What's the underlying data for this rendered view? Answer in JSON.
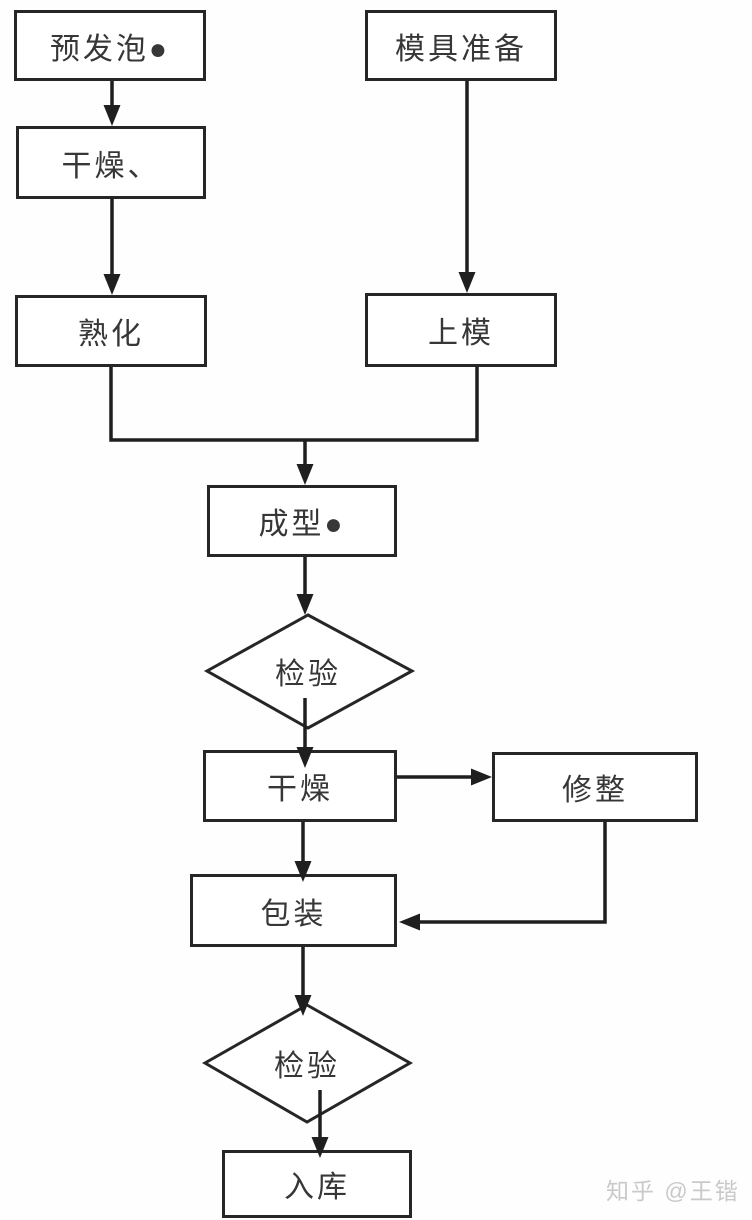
{
  "diagram": {
    "title_implied": "EPS foam molding process flowchart",
    "colors": {
      "line": "#1f1f1f",
      "box_border": "#262626",
      "box_background": "#ffffff",
      "text": "#373737",
      "watermark": "#c9c9c9",
      "page_background": "#fefefe"
    },
    "nodes": {
      "pre_foaming": {
        "label": "预发泡●",
        "shape": "rect"
      },
      "mold_prep": {
        "label": "模具准备",
        "shape": "rect"
      },
      "drying1": {
        "label": "干燥、",
        "shape": "rect"
      },
      "curing": {
        "label": "熟化",
        "shape": "rect"
      },
      "mold_loading": {
        "label": "上模",
        "shape": "rect"
      },
      "molding": {
        "label": "成型●",
        "shape": "rect"
      },
      "inspection1": {
        "label": "检验",
        "shape": "diamond"
      },
      "drying2": {
        "label": "干燥",
        "shape": "rect"
      },
      "trimming": {
        "label": "修整",
        "shape": "rect"
      },
      "packaging": {
        "label": "包装",
        "shape": "rect"
      },
      "inspection2": {
        "label": "检验",
        "shape": "diamond"
      },
      "warehousing": {
        "label": "入库",
        "shape": "rect"
      }
    },
    "edges": [
      {
        "from": "pre_foaming",
        "to": "drying1",
        "arrow": true
      },
      {
        "from": "mold_prep",
        "to": "mold_loading",
        "arrow": true
      },
      {
        "from": "drying1",
        "to": "curing",
        "arrow": true
      },
      {
        "from": "curing",
        "to": "molding",
        "arrow": true,
        "via": "merge-junction"
      },
      {
        "from": "mold_loading",
        "to": "molding",
        "arrow": true,
        "via": "merge-junction"
      },
      {
        "from": "molding",
        "to": "inspection1",
        "arrow": true
      },
      {
        "from": "inspection1",
        "to": "drying2",
        "arrow": true
      },
      {
        "from": "drying2",
        "to": "trimming",
        "arrow": true
      },
      {
        "from": "drying2",
        "to": "packaging",
        "arrow": true
      },
      {
        "from": "trimming",
        "to": "packaging",
        "arrow": true,
        "via": "down-then-left"
      },
      {
        "from": "packaging",
        "to": "inspection2",
        "arrow": true
      },
      {
        "from": "inspection2",
        "to": "warehousing",
        "arrow": true
      }
    ]
  },
  "watermark": {
    "text": "知乎 @王锴"
  }
}
